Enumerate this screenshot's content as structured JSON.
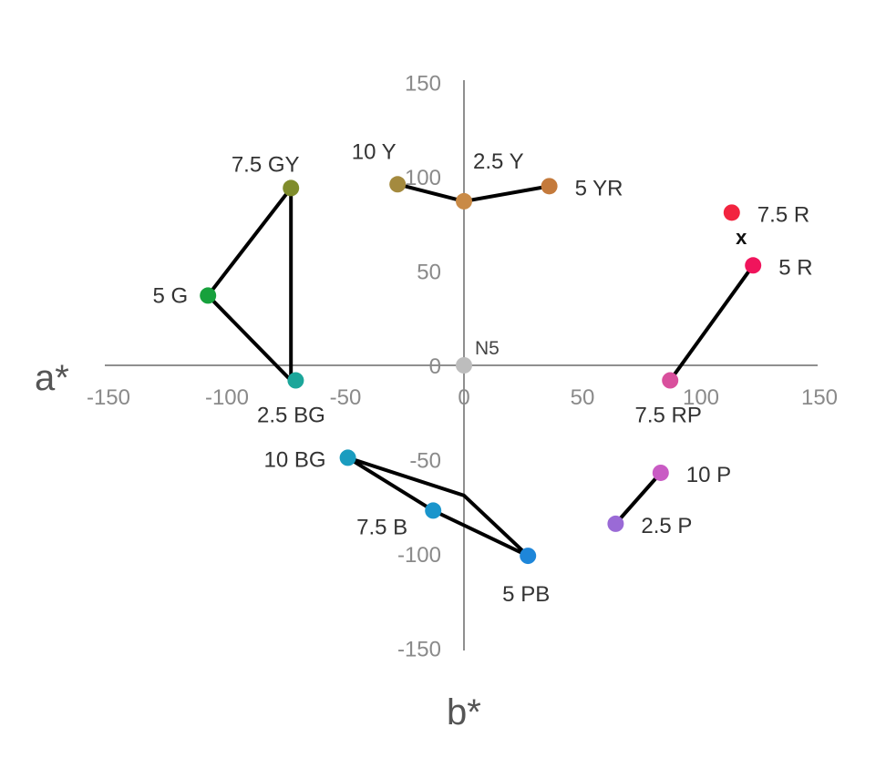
{
  "chart_data": {
    "type": "scatter",
    "xlabel": "a*",
    "ylabel": "b*",
    "xlim": [
      -150,
      150
    ],
    "ylim": [
      -150,
      150
    ],
    "x_ticks": [
      "-150",
      "-100",
      "-50",
      "0",
      "50",
      "100",
      "150"
    ],
    "y_ticks": [
      "150",
      "100",
      "50",
      "0",
      "-50",
      "-100",
      "-150"
    ],
    "points": [
      {
        "label": "N5",
        "x": 0,
        "y": 0,
        "color": "#bdbdbd"
      },
      {
        "label": "5 R",
        "x": 122,
        "y": 53,
        "color": "#f0145c"
      },
      {
        "label": "7.5 R",
        "x": 113,
        "y": 81,
        "color": "#f2243f"
      },
      {
        "label": "5 YR",
        "x": 36,
        "y": 95,
        "color": "#c47a3c"
      },
      {
        "label": "2.5 Y",
        "x": 0,
        "y": 87,
        "color": "#c98a46"
      },
      {
        "label": "10 Y",
        "x": -28,
        "y": 96,
        "color": "#a48a3e"
      },
      {
        "label": "7.5 GY",
        "x": -73,
        "y": 94,
        "color": "#7f8c2c"
      },
      {
        "label": "5 G",
        "x": -108,
        "y": 37,
        "color": "#17a13c"
      },
      {
        "label": "2.5 BG",
        "x": -71,
        "y": -8,
        "color": "#1ca69a"
      },
      {
        "label": "10 BG",
        "x": -49,
        "y": -49,
        "color": "#1a9cbf"
      },
      {
        "label": "7.5 B",
        "x": -13,
        "y": -77,
        "color": "#1a95cc"
      },
      {
        "label": "5 PB",
        "x": 27,
        "y": -101,
        "color": "#1e86d9"
      },
      {
        "label": "2.5 P",
        "x": 64,
        "y": -84,
        "color": "#9a6ad6"
      },
      {
        "label": "10 P",
        "x": 83,
        "y": -57,
        "color": "#c95bc4"
      },
      {
        "label": "7.5 RP",
        "x": 87,
        "y": -8,
        "color": "#d9509d"
      }
    ],
    "lines": [
      {
        "x": [
          -28,
          0,
          36
        ],
        "y": [
          96,
          87,
          95
        ]
      },
      {
        "x": [
          -73,
          -108,
          -73,
          -73
        ],
        "y": [
          94,
          37,
          -8,
          94
        ]
      },
      {
        "x": [
          -49,
          0,
          27,
          -13,
          -49
        ],
        "y": [
          -49,
          -69,
          -101,
          -77,
          -49
        ]
      },
      {
        "x": [
          87,
          122
        ],
        "y": [
          -8,
          53
        ]
      },
      {
        "x": [
          64,
          83
        ],
        "y": [
          -84,
          -57
        ]
      }
    ],
    "annotations": [
      {
        "text": "x",
        "x": 117,
        "y": 68
      }
    ],
    "grid": false,
    "legend": "none"
  }
}
